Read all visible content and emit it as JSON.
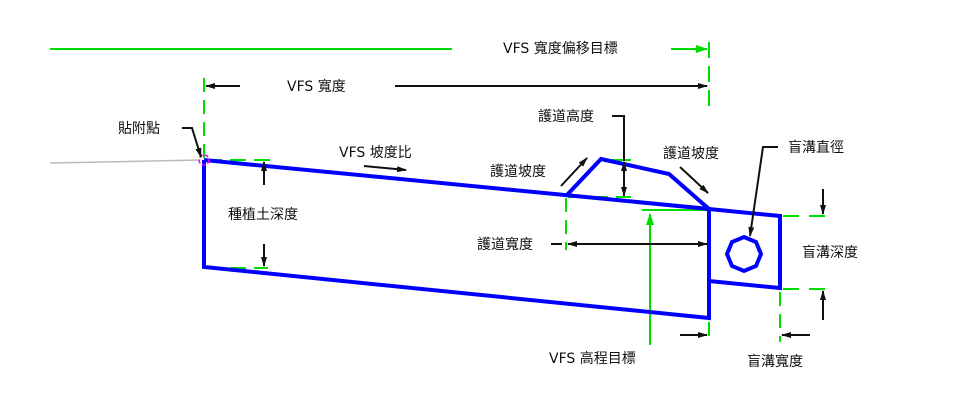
{
  "title": "VFS cross-section parameter diagram",
  "colors": {
    "profile": "#0000ff",
    "guide": "#00dd00",
    "dimension": "#111111",
    "existing_ground": "#bbbbbb",
    "attachment_marker": "#ee00ee"
  },
  "labels": {
    "vfs_width_offset_target": "VFS 寬度偏移目標",
    "vfs_width": "VFS 寬度",
    "attachment_point": "貼附點",
    "vfs_slope_ratio": "VFS 坡度比",
    "topsoil_depth": "種植土深度",
    "berm_height": "護道高度",
    "berm_slope_left": "護道坡度",
    "berm_slope_right": "護道坡度",
    "berm_width": "護道寬度",
    "trench_diameter": "盲溝直徑",
    "trench_depth": "盲溝深度",
    "trench_width": "盲溝寬度",
    "vfs_elevation_target": "VFS 高程目標"
  }
}
